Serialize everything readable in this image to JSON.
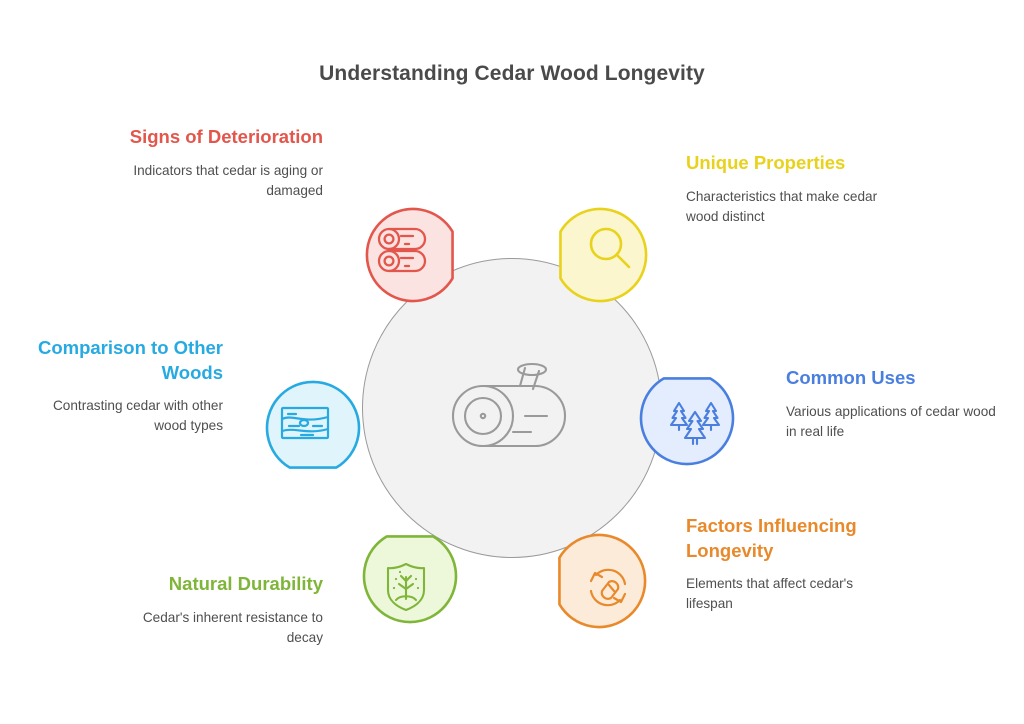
{
  "header": {
    "title": "Understanding Cedar Wood Longevity"
  },
  "center": {
    "icon": "wood-log-icon",
    "fill": "#f2f2f2",
    "stroke": "#9a9a9a"
  },
  "nodes": [
    {
      "key": "signs",
      "title": "Signs of Deterioration",
      "desc": "Indicators that cedar is aging or damaged",
      "color": "#e3564c",
      "fill": "#fbe3e1",
      "icon": "stacked-logs-icon",
      "position": "top-left",
      "text_align": "right"
    },
    {
      "key": "unique",
      "title": "Unique Properties",
      "desc": "Characteristics that make cedar wood distinct",
      "color": "#e8d21c",
      "fill": "#fbf6cd",
      "icon": "magnifying-glass-icon",
      "position": "top-right",
      "text_align": "left"
    },
    {
      "key": "comparison",
      "title": "Comparison to Other Woods",
      "desc": "Contrasting cedar with other wood types",
      "color": "#27aae1",
      "fill": "#e0f4fc",
      "icon": "wood-grain-plank-icon",
      "position": "left",
      "text_align": "right"
    },
    {
      "key": "common",
      "title": "Common Uses",
      "desc": "Various applications of cedar wood in real life",
      "color": "#4a7fe0",
      "fill": "#e4edfd",
      "icon": "pine-trees-icon",
      "position": "right",
      "text_align": "left"
    },
    {
      "key": "durability",
      "title": "Natural Durability",
      "desc": "Cedar's inherent resistance to decay",
      "color": "#7fb539",
      "fill": "#edf7d9",
      "icon": "shield-tree-icon",
      "position": "bottom-left",
      "text_align": "right"
    },
    {
      "key": "factors",
      "title": "Factors Influencing Longevity",
      "desc": "Elements that affect cedar's lifespan",
      "color": "#e8892b",
      "fill": "#fdebd9",
      "icon": "recycle-log-icon",
      "position": "bottom-right",
      "text_align": "left"
    }
  ]
}
